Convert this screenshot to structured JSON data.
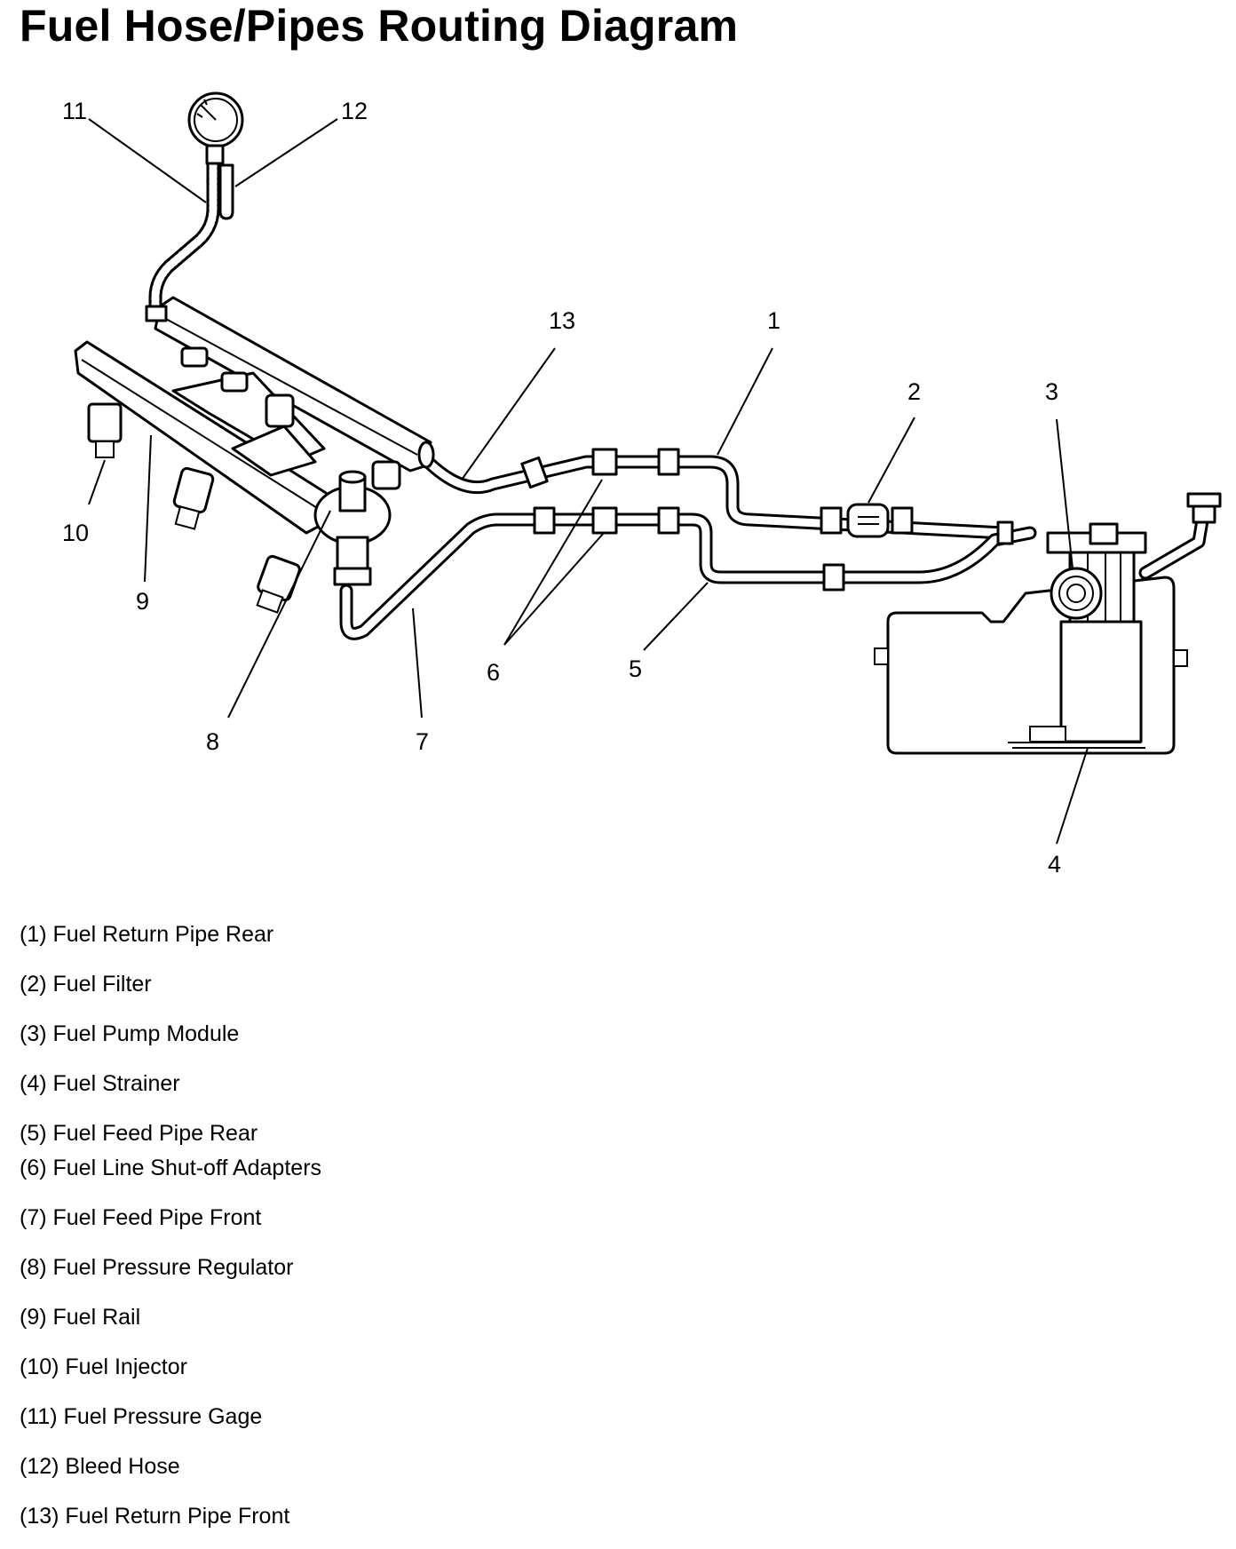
{
  "title": "Fuel Hose/Pipes Routing Diagram",
  "callouts": [
    "1",
    "2",
    "3",
    "4",
    "5",
    "6",
    "7",
    "8",
    "9",
    "10",
    "11",
    "12",
    "13"
  ],
  "legend": [
    "(1) Fuel Return Pipe Rear",
    "(2) Fuel Filter",
    "(3) Fuel Pump Module",
    "(4) Fuel Strainer",
    "(5) Fuel Feed Pipe Rear",
    "(6) Fuel Line Shut-off Adapters",
    "(7) Fuel Feed Pipe Front",
    "(8) Fuel Pressure Regulator",
    "(9) Fuel Rail",
    "(10) Fuel Injector",
    "(11) Fuel Pressure Gage",
    "(12) Bleed Hose",
    "(13) Fuel Return Pipe Front"
  ]
}
